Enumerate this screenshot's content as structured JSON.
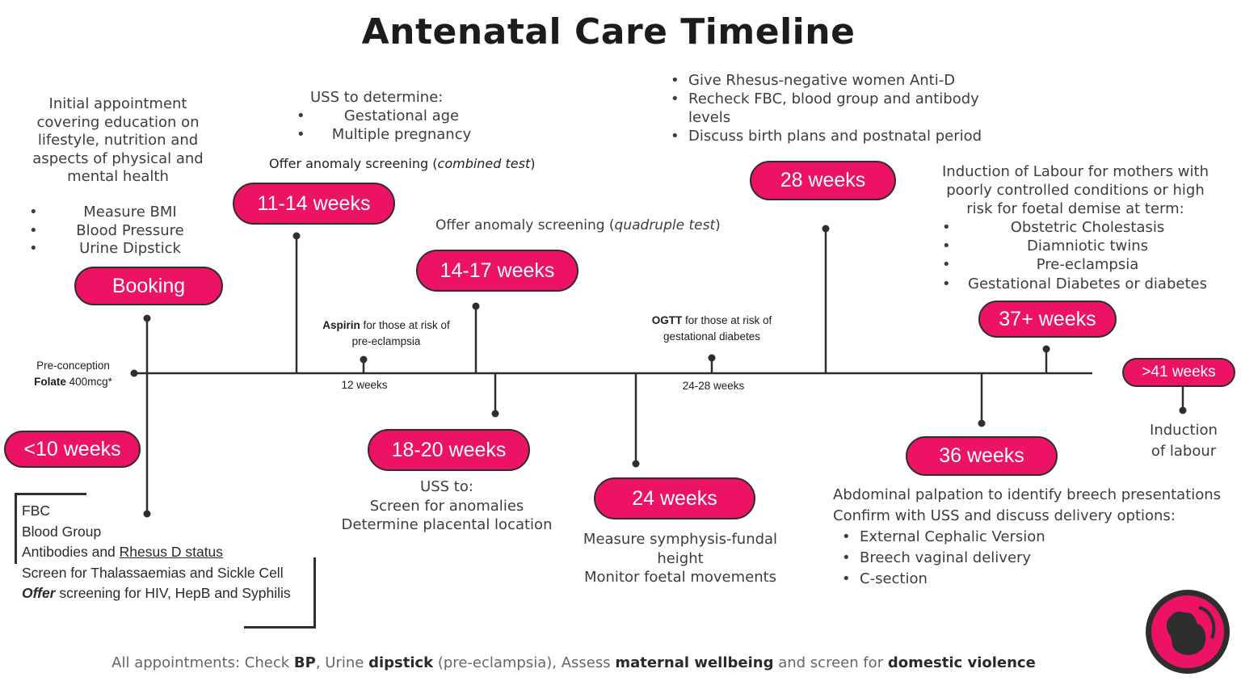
{
  "title": "Antenatal Care Timeline",
  "colors": {
    "accent": "#ec1264",
    "line": "#2e2e2e",
    "text": "#3d3d3d"
  },
  "icon": "fetus-icon",
  "pills": {
    "booking": "Booking",
    "under10": "<10 weeks",
    "w11_14": "11-14 weeks",
    "w14_17": "14-17 weeks",
    "w18_20": "18-20 weeks",
    "w24": "24 weeks",
    "w28": "28 weeks",
    "w36": "36 weeks",
    "w37": "37+ weeks",
    "w41": ">41 weeks"
  },
  "booking_note": {
    "intro": "Initial appointment covering education on lifestyle, nutrition and aspects of physical and mental health",
    "bullets": [
      "Measure BMI",
      "Blood Pressure",
      "Urine Dipstick"
    ]
  },
  "preconception": {
    "line1": "Pre-conception",
    "bold": "Folate",
    "rest": " 400mcg*"
  },
  "under10_box": {
    "items": [
      "FBC",
      "Blood Group"
    ],
    "antibodies_prefix": "Antibodies and ",
    "antibodies_underlined": "Rhesus D status",
    "screen": "Screen for Thalassaemias and Sickle Cell",
    "offer_bold": "Offer",
    "offer_rest": " screening for HIV, HepB and Syphilis"
  },
  "w11_note": {
    "intro": "USS to determine:",
    "bullets": [
      "Gestational age",
      "Multiple pregnancy"
    ],
    "offer_prefix": "Offer anomaly screening (",
    "offer_italic": "combined test",
    "offer_suffix": ")"
  },
  "aspirin": {
    "bold": "Aspirin",
    "rest": " for those at risk of",
    "line2": "pre-eclampsia",
    "tick": "12 weeks"
  },
  "w14_note": {
    "prefix": "Offer anomaly screening (",
    "italic": "quadruple test",
    "suffix": ")"
  },
  "w18_note": {
    "lines": [
      "USS to:",
      "Screen for anomalies",
      "Determine placental location"
    ]
  },
  "ogtt": {
    "bold": "OGTT",
    "rest": " for those at risk of",
    "line2": "gestational diabetes",
    "tick": "24-28 weeks"
  },
  "w24_note": {
    "lines": [
      "Measure symphysis-fundal",
      "height",
      "Monitor foetal movements"
    ]
  },
  "w28_note": {
    "bullets": [
      "Give Rhesus-negative women Anti-D",
      "Recheck FBC, blood group and antibody levels",
      "Discuss birth plans and postnatal period"
    ]
  },
  "w36_note": {
    "line1": "Abdominal palpation to identify breech presentations",
    "line2": "Confirm with USS and discuss delivery options:",
    "bullets": [
      "External Cephalic Version",
      "Breech vaginal delivery",
      "C-section"
    ]
  },
  "w37_note": {
    "intro": "Induction of Labour for mothers with poorly controlled conditions or high risk for foetal demise at term:",
    "bullets": [
      "Obstetric Cholestasis",
      "Diamniotic twins",
      "Pre-eclampsia",
      "Gestational Diabetes or diabetes"
    ]
  },
  "w41_note": {
    "lines": [
      "Induction",
      "of labour"
    ]
  },
  "footer": {
    "p1": "All appointments: Check ",
    "b1": "BP",
    "p2": ", Urine ",
    "b2": "dipstick",
    "p3": " (pre-eclampsia), Assess ",
    "b3": "maternal wellbeing",
    "p4": " and screen for ",
    "b4": "domestic violence"
  }
}
